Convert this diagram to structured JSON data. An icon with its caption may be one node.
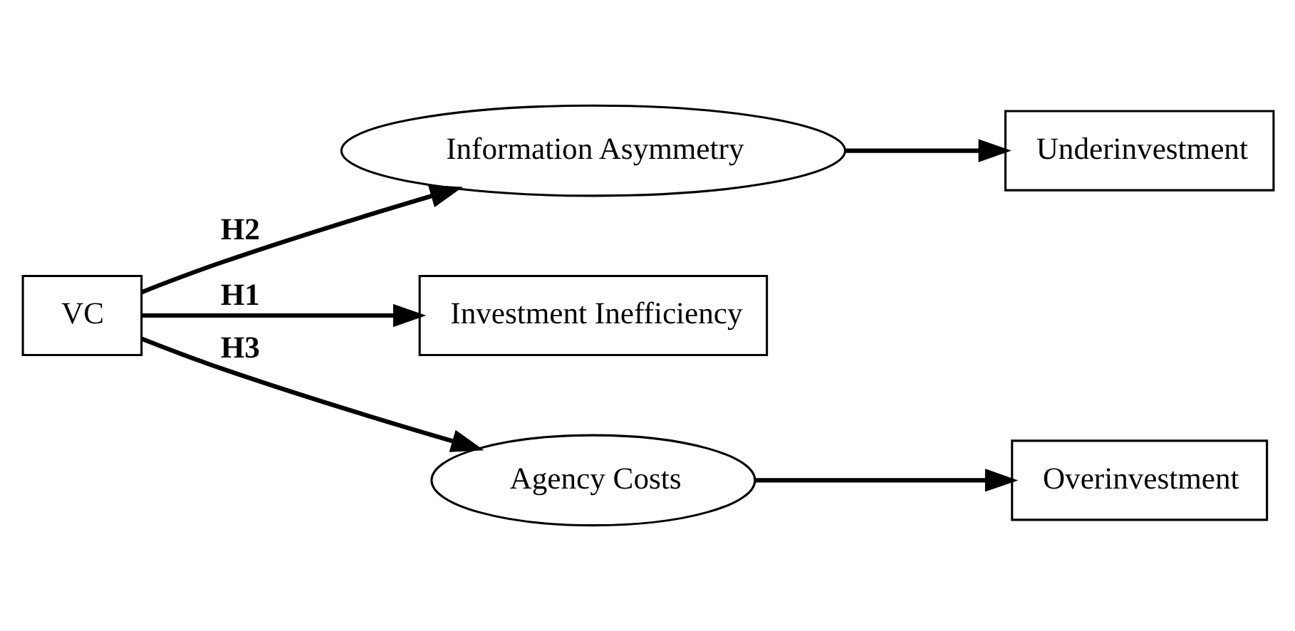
{
  "diagram": {
    "nodes": [
      {
        "text": [
          "VC"
        ]
      },
      {
        "text": [
          "Information Asymmetry"
        ]
      },
      {
        "text": [
          "Agency Costs"
        ]
      },
      {
        "text": [
          "Investment Inefficiency"
        ]
      },
      {
        "text": [
          "Underinvestment"
        ]
      },
      {
        "text": [
          "Overinvestment"
        ]
      }
    ],
    "edges": [
      {
        "from": 0,
        "to": 1,
        "arrow": "to",
        "label": "H2"
      },
      {
        "from": 0,
        "to": 3,
        "arrow": "to",
        "label": "H1"
      },
      {
        "from": 0,
        "to": 2,
        "arrow": "to",
        "label": "H3"
      },
      {
        "from": 1,
        "to": 4,
        "arrow": "to"
      },
      {
        "from": 2,
        "to": 5,
        "arrow": "to"
      }
    ]
  }
}
